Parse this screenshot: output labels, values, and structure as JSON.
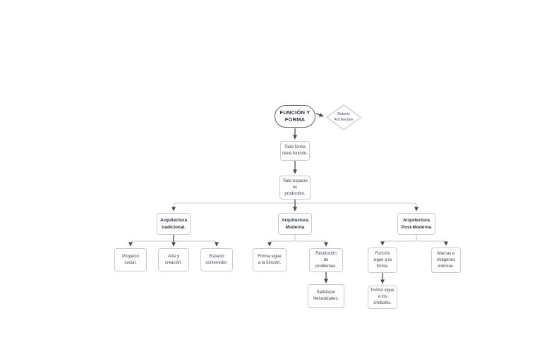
{
  "colors": {
    "background": "#ffffff",
    "node_fill": "#ffffff",
    "node_border": "#c7ccd4",
    "root_border": "#5a6170",
    "text": "#39404c",
    "connector_light": "#cfd3da",
    "connector_dark": "#454c59"
  },
  "diagram": {
    "root_label": "FUNCIÓN Y\nFORMA",
    "annotation_label": "Roberts\nArchitecture",
    "sequence": [
      "Toda forma\ntiene función.",
      "Todo espacio\nes\nproductivo."
    ],
    "branches": [
      {
        "header": "Arquitectura\ntradicional.",
        "children": [
          "Proyecto\nsocial.",
          "Arte y\ncreación.",
          "Espacio\ncontenedor."
        ]
      },
      {
        "header": "Arquitectura\nModerna",
        "children": [
          "Forma sigue\na la función.",
          "Resolución\nde\nproblemas."
        ],
        "grandchild": "Satisfacer\nNecesidades."
      },
      {
        "header": "Arquitectura\nPost-Moderna",
        "children": [
          "Función\nsigue a la\nforma.",
          "Marcas e\nimágenes\nicónicas."
        ],
        "grandchild": "Forma sigue\na los\nsímbolos."
      }
    ]
  }
}
